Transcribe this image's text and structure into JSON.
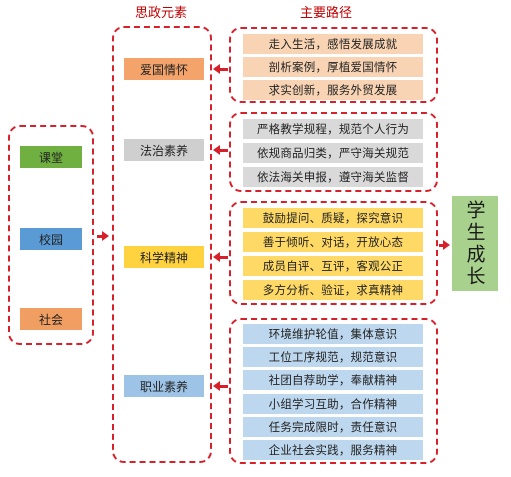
{
  "headers": {
    "left": "思政元素",
    "right": "主要路径"
  },
  "scenes": [
    {
      "label": "课堂",
      "color": "#6fb040"
    },
    {
      "label": "校园",
      "color": "#5b9bd5"
    },
    {
      "label": "社会",
      "color": "#f19e62"
    }
  ],
  "elements": [
    {
      "label": "爱国情怀",
      "color": "#f4a46a"
    },
    {
      "label": "法治素养",
      "color": "#cfcfcf"
    },
    {
      "label": "科学精神",
      "color": "#ffd23f"
    },
    {
      "label": "职业素养",
      "color": "#9dc3e6"
    }
  ],
  "paths": [
    {
      "color": "#f8d4b4",
      "items": [
        "走入生活，感悟发展成就",
        "剖析案例，厚植爱国情怀",
        "求实创新，服务外贸发展"
      ]
    },
    {
      "color": "#d9d9d9",
      "items": [
        "严格教学规程，规范个人行为",
        "依规商品归类，严守海关规范",
        "依法海关申报，遵守海关监督"
      ]
    },
    {
      "color": "#ffd966",
      "items": [
        "鼓励提问、质疑，探究意识",
        "善于倾听、对话，开放心态",
        "成员自评、互评，客观公正",
        "多方分析、验证，求真精神"
      ]
    },
    {
      "color": "#bdd7ee",
      "items": [
        "环境维护轮值，集体意识",
        "工位工序规范，规范意识",
        "社团自荐助学，奉献精神",
        "小组学习互助，合作精神",
        "任务完成限时，责任意识",
        "企业社会实践，服务精神"
      ]
    }
  ],
  "outcome": {
    "label": "学生成长",
    "color": "#a9d18e"
  }
}
